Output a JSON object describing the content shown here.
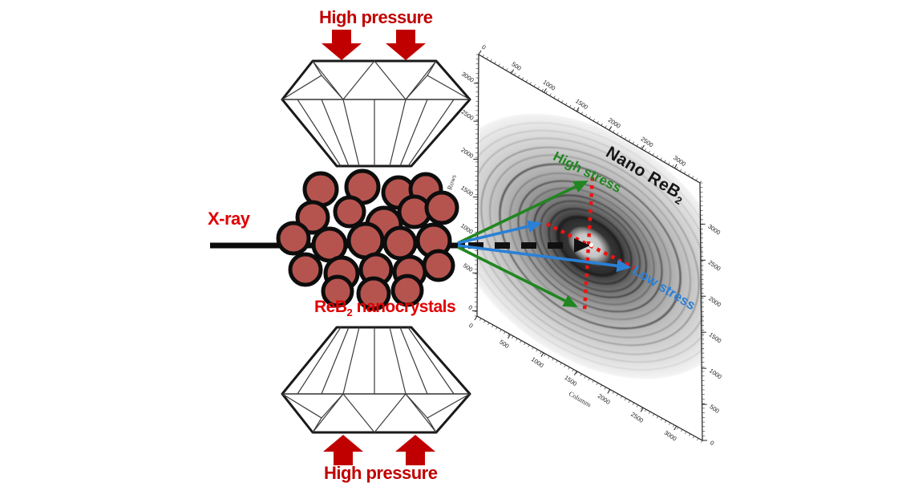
{
  "colors": {
    "arrow_red": "#c00000",
    "text_red": "#e00000",
    "crystal_fill": "#b5544f",
    "green": "#218621",
    "blue": "#2b80d6",
    "marker_red": "#f01212"
  },
  "left_panel": {
    "top_pressure_label": "High pressure",
    "bottom_pressure_label": "High pressure",
    "xray_label": "X-ray",
    "sample_label": {
      "pre": "ReB",
      "sub": "2",
      "post": " nanocrystals"
    }
  },
  "diffraction_panel": {
    "title": {
      "pre": "Nano ReB",
      "sub": "2"
    },
    "high_stress_label": "High stress",
    "low_stress_label": "Low stress",
    "axes": {
      "top": {
        "tick_labels": [
          "0",
          "500",
          "1000",
          "1500",
          "2000",
          "2500",
          "3000"
        ]
      },
      "bottom": {
        "tick_labels": [
          "0",
          "500",
          "1000",
          "1500",
          "2000",
          "2500",
          "3000"
        ],
        "title": "Columns"
      },
      "left": {
        "tick_labels": [
          "3000",
          "2500",
          "2000",
          "1500",
          "1000",
          "500",
          "0"
        ],
        "title": "Rows"
      },
      "right": {
        "tick_labels": [
          "3000",
          "2500",
          "2000",
          "1500",
          "1000",
          "500",
          "0"
        ]
      }
    }
  }
}
